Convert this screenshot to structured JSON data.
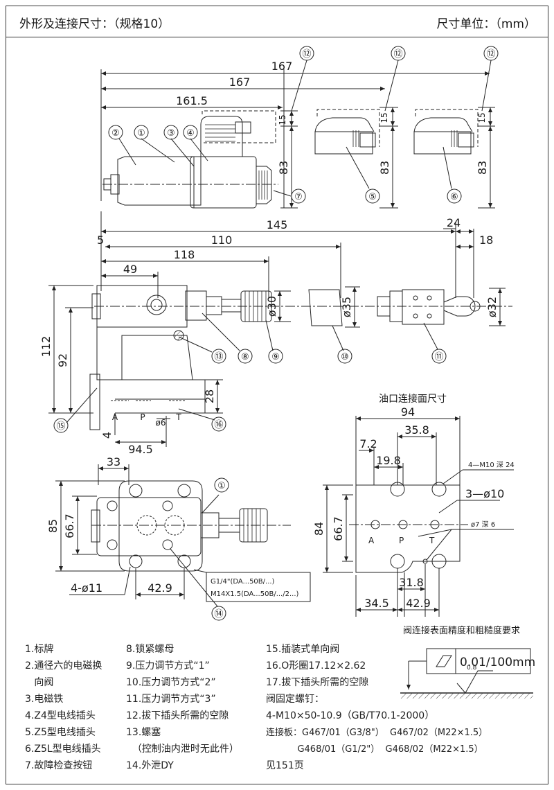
{
  "header": {
    "title": "外形及连接尺寸：（规格10）",
    "unit": "尺寸单位：（mm）"
  },
  "side_view": {
    "dim_167_top": "167",
    "dim_167": "167",
    "dim_161_5": "161.5",
    "dim_15": "15",
    "dim_83": "83",
    "callouts": [
      "②",
      "①",
      "③",
      "④",
      "⑦",
      "⑫"
    ]
  },
  "variant_5": {
    "dim_15": "15",
    "dim_83": "83",
    "callout": "⑤",
    "callout_12": "⑫"
  },
  "variant_6": {
    "dim_15": "15",
    "dim_83": "83",
    "callout": "⑥",
    "callout_12": "⑫"
  },
  "front_view": {
    "dim_145": "145",
    "dim_24": "24",
    "dim_5": "5",
    "dim_110": "110",
    "dim_18": "18",
    "dim_118": "118",
    "dim_49": "49",
    "dim_112": "112",
    "dim_92": "92",
    "dim_28": "28",
    "dim_4": "4",
    "dim_d6": "ø6",
    "dim_94_5": "94.5",
    "dia_30": "ø30",
    "dia_35": "ø35",
    "dia_32": "ø32",
    "port_a": "A",
    "port_p": "P",
    "port_t": "T",
    "callouts": [
      "⑬",
      "⑧",
      "⑨",
      "⑩",
      "⑪",
      "⑮",
      "⑯"
    ]
  },
  "top_view": {
    "dim_33": "33",
    "dim_85": "85",
    "dim_66_7": "66.7",
    "dim_4_d11": "4-ø11",
    "dim_42_9": "42.9",
    "note_line1": "G1/4\"(DA...50B/...)",
    "note_line2": "M14X1.5(DA...50B/.../2...)",
    "callouts": [
      "①",
      "⑭"
    ]
  },
  "port_face": {
    "title": "油口连接面尺寸",
    "dim_94": "94",
    "dim_35_8": "35.8",
    "dim_7_2": "7.2",
    "dim_19_8": "19.8",
    "note_m10": "4—M10 深 24",
    "note_3d10": "3—ø10",
    "dim_84": "84",
    "dim_66_7": "66.7",
    "note_d7": "ø7 深 6",
    "dim_31_8": "31.8",
    "dim_34_5": "34.5",
    "dim_42_9": "42.9",
    "port_a": "A",
    "port_p": "P",
    "port_t": "T"
  },
  "surface": {
    "title": "阀连接表面精度和粗糙度要求",
    "flatness": "0.01/100mm",
    "roughness": "0.8"
  },
  "legend": {
    "col1": [
      "1.标牌",
      "2.通径六的电磁换",
      "   向阀",
      "3.电磁铁",
      "4.Z4型电线插头",
      "5.Z5型电线插头",
      "6.Z5L型电线插头",
      "7.故障检查按钮"
    ],
    "col2": [
      "8.锁紧螺母",
      "9.压力调节方式“1”",
      "10.压力调节方式“2”",
      "11.压力调节方式“3”",
      "12.拔下插头所需的空隙",
      "13.螺塞",
      "  （控制油内泄时无此件）",
      "14.外泄DY"
    ],
    "col3": [
      "15.插装式单向阀",
      "16.O形圈17.12×2.62",
      "17.拔下插头所需的空隙",
      "阀固定螺钉：",
      "4-M10×50-10.9（GB/T70.1-2000）",
      "连接板：G467/01（G3/8\"）  G467/02（M22×1.5）",
      "           G468/01（G1/2\"）  G468/02（M22×1.5）",
      "见151页"
    ]
  }
}
